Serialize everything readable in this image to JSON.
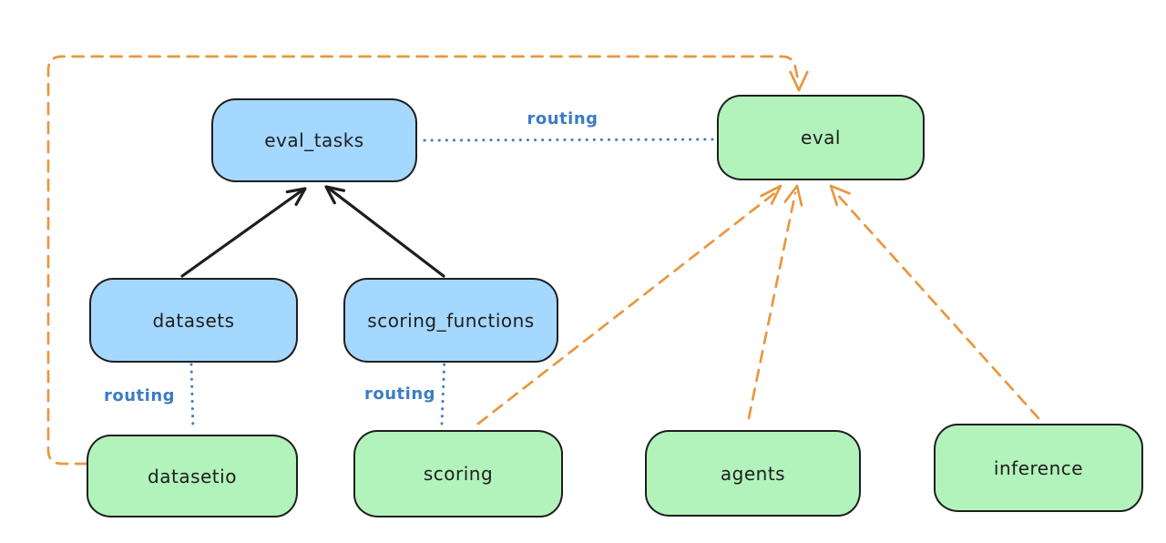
{
  "colors": {
    "background": "#ffffff",
    "node_blue": "#a5d8ff",
    "node_green": "#b2f2bb",
    "node_stroke": "#1e1e1e",
    "text": "#1e1e1e",
    "routing_blue": "#3d7cc4",
    "arrow_orange": "#e9973f",
    "arrow_black": "#1e1e1e"
  },
  "nodes": {
    "eval_tasks": {
      "label": "eval_tasks",
      "fill": "#a5d8ff"
    },
    "eval": {
      "label": "eval",
      "fill": "#b2f2bb"
    },
    "datasets": {
      "label": "datasets",
      "fill": "#a5d8ff"
    },
    "scoring_functions": {
      "label": "scoring_functions",
      "fill": "#a5d8ff"
    },
    "datasetio": {
      "label": "datasetio",
      "fill": "#b2f2bb"
    },
    "scoring": {
      "label": "scoring",
      "fill": "#b2f2bb"
    },
    "agents": {
      "label": "agents",
      "fill": "#b2f2bb"
    },
    "inference": {
      "label": "inference",
      "fill": "#b2f2bb"
    }
  },
  "edges": {
    "eval_tasks_to_eval": {
      "label": "routing",
      "style": "dotted-blue"
    },
    "datasets_to_datasetio": {
      "label": "routing",
      "style": "dotted-blue"
    },
    "scoring_functions_to_scoring": {
      "label": "routing",
      "style": "dotted-blue"
    },
    "datasets_to_eval_tasks": {
      "style": "solid-black-arrow"
    },
    "scoring_functions_to_eval_tasks": {
      "style": "solid-black-arrow"
    },
    "scoring_to_eval": {
      "style": "dashed-orange-arrow"
    },
    "agents_to_eval": {
      "style": "dashed-orange-arrow"
    },
    "inference_to_eval": {
      "style": "dashed-orange-arrow"
    },
    "datasetio_to_eval": {
      "style": "dashed-orange-arrow-loop"
    }
  }
}
